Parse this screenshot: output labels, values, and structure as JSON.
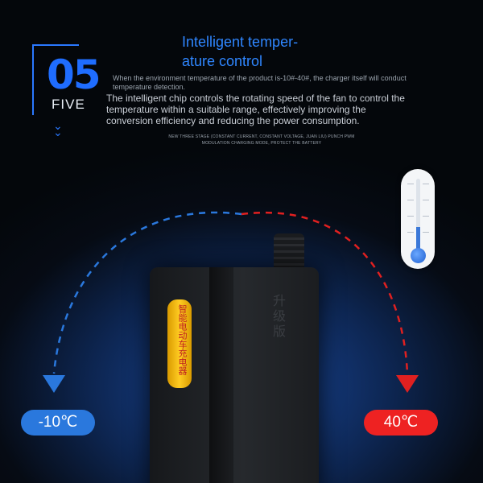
{
  "badge": {
    "number": "05",
    "word": "FIVE",
    "chevron_icon": "double-chevron-down"
  },
  "header": {
    "title_line1": "Intelligent temper-",
    "title_line2": "ature control"
  },
  "body": {
    "note": "When the environment temperature of the product is-10#-40#, the charger itself will conduct temperature detection.",
    "paragraph": "The intelligent chip controls the rotating speed of the fan to control the temperature within a suitable range, effectively improving the conversion efficiency and reducing the power consumption.",
    "small_print": "NEW THREE STAGE (CONSTANT CURRENT, CONSTANT VOLTAGE, JUAN LIU) PUNCH PWM MODULATION CHARGING MODE, PROTECT THE BATTERY"
  },
  "device": {
    "sticker_text": "智能电动车充电器",
    "emboss_text": "升级版"
  },
  "temps": {
    "cold": "-10℃",
    "hot": "40℃"
  },
  "colors": {
    "accent_blue": "#2a78ff",
    "cold": "#2a78dd",
    "hot": "#ee2222",
    "background": "#05080d"
  },
  "thermometer": {
    "icon": "thermometer-icon",
    "level_fraction": 0.35
  }
}
